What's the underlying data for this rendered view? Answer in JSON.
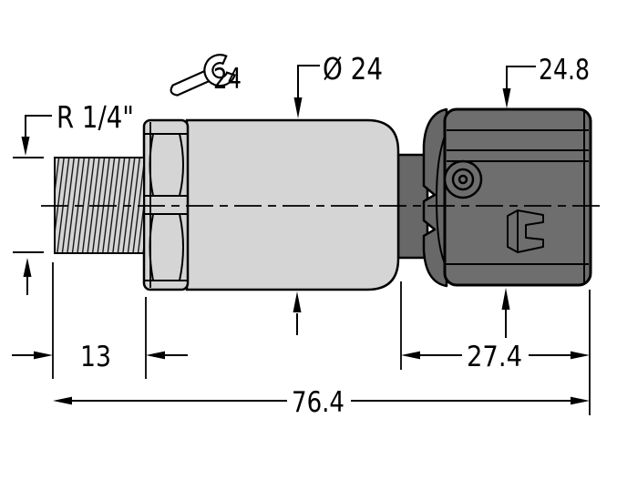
{
  "colors": {
    "background": "#ffffff",
    "outline": "#000000",
    "body": "#d5d5d5",
    "housing": "#6e6e6e",
    "neck": "#686868"
  },
  "labels": {
    "thread_spec": "R 1/4\"",
    "wrench_size": "24",
    "diameter": "Ø 24",
    "housing_height": "24.8",
    "thread_length": "13",
    "housing_length": "27.4",
    "total_length": "76.4"
  }
}
